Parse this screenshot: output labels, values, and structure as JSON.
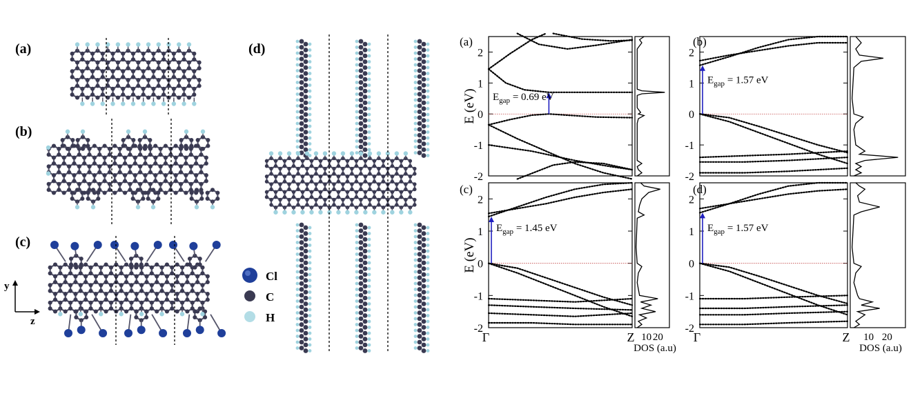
{
  "figure": {
    "structure_labels": [
      "(a)",
      "(b)",
      "(c)",
      "(d)"
    ],
    "legend": {
      "items": [
        {
          "label": "Cl",
          "color": "#1f3f9a"
        },
        {
          "label": "C",
          "color": "#3a3a52"
        },
        {
          "label": "H",
          "color": "#b3dde6"
        }
      ]
    },
    "axes_indicator": {
      "y": "y",
      "z": "z"
    },
    "colors": {
      "carbon": "#3a3a52",
      "hydrogen": "#9fd3df",
      "chlorine": "#1f3f9a",
      "gap_arrow": "#1f1fbf",
      "fermi_line": "#c04040"
    }
  },
  "chart_data": [
    {
      "type": "line",
      "panel_label": "(a)",
      "ylabel": "E (eV)",
      "ylim": [
        -2,
        2.5
      ],
      "yticks": [
        -2,
        -1,
        0,
        1,
        2
      ],
      "x_ticks": [
        "Γ",
        "Z"
      ],
      "gap_text": "E",
      "gap_sub": "gap",
      "gap_value": " = 0.69 eV",
      "gap": {
        "k": 0.42,
        "from": 0,
        "to": 0.69
      },
      "bands": [
        {
          "pts": [
            [
              0,
              1.45
            ],
            [
              0.15,
              1.95
            ],
            [
              0.3,
              2.4
            ],
            [
              0.4,
              2.6
            ]
          ]
        },
        {
          "pts": [
            [
              0,
              1.45
            ],
            [
              0.12,
              1.0
            ],
            [
              0.25,
              0.78
            ],
            [
              0.42,
              0.7
            ],
            [
              1,
              0.7
            ]
          ]
        },
        {
          "pts": [
            [
              0.2,
              2.6
            ],
            [
              0.35,
              2.25
            ],
            [
              0.55,
              2.1
            ],
            [
              0.75,
              2.22
            ],
            [
              1,
              2.4
            ]
          ]
        },
        {
          "pts": [
            [
              0.45,
              2.6
            ],
            [
              0.65,
              2.42
            ],
            [
              0.85,
              2.36
            ],
            [
              1,
              2.38
            ]
          ]
        },
        {
          "pts": [
            [
              0,
              -0.35
            ],
            [
              0.15,
              -0.18
            ],
            [
              0.3,
              -0.04
            ],
            [
              0.42,
              0
            ],
            [
              0.55,
              -0.04
            ],
            [
              0.75,
              -0.1
            ],
            [
              1,
              -0.12
            ]
          ]
        },
        {
          "pts": [
            [
              0,
              -0.35
            ],
            [
              0.2,
              -0.8
            ],
            [
              0.4,
              -1.2
            ],
            [
              0.6,
              -1.6
            ],
            [
              0.8,
              -1.9
            ],
            [
              1,
              -2.1
            ]
          ]
        },
        {
          "pts": [
            [
              0.2,
              -2.1
            ],
            [
              0.45,
              -1.65
            ],
            [
              0.6,
              -1.55
            ],
            [
              0.8,
              -1.6
            ],
            [
              1,
              -1.8
            ]
          ]
        },
        {
          "pts": [
            [
              0,
              -1.0
            ],
            [
              0.3,
              -1.2
            ],
            [
              0.6,
              -1.5
            ],
            [
              0.85,
              -1.7
            ],
            [
              1,
              -1.8
            ]
          ]
        }
      ],
      "dos_ticks": [
        10,
        20
      ],
      "dos_xlabel": "",
      "dos": [
        [
          -2,
          2
        ],
        [
          -1.9,
          6
        ],
        [
          -1.8,
          3
        ],
        [
          -1.7,
          2
        ],
        [
          -1.6,
          6
        ],
        [
          -1.5,
          2
        ],
        [
          -1.2,
          2
        ],
        [
          -0.8,
          2
        ],
        [
          -0.3,
          2
        ],
        [
          -0.15,
          3
        ],
        [
          -0.05,
          8
        ],
        [
          0,
          3
        ],
        [
          0.05,
          5
        ],
        [
          0.2,
          2
        ],
        [
          0.6,
          2
        ],
        [
          0.65,
          6
        ],
        [
          0.7,
          26
        ],
        [
          0.75,
          6
        ],
        [
          0.8,
          2
        ],
        [
          1.4,
          2
        ],
        [
          1.8,
          2
        ],
        [
          2.1,
          2
        ],
        [
          2.3,
          6
        ],
        [
          2.4,
          4
        ],
        [
          2.5,
          8
        ]
      ]
    },
    {
      "type": "line",
      "panel_label": "(b)",
      "ylabel": "",
      "ylim": [
        -2,
        2.5
      ],
      "yticks": [
        -2,
        -1,
        0,
        1,
        2
      ],
      "x_ticks": [
        "Γ",
        "Z"
      ],
      "gap_text": "E",
      "gap_sub": "gap",
      "gap_value": " = 1.57 eV",
      "gap": {
        "k": 0.0,
        "from": 0,
        "to": 1.57
      },
      "bands": [
        {
          "pts": [
            [
              0,
              1.57
            ],
            [
              0.2,
              1.85
            ],
            [
              0.4,
              2.15
            ],
            [
              0.6,
              2.4
            ],
            [
              0.8,
              2.5
            ],
            [
              1,
              2.5
            ]
          ]
        },
        {
          "pts": [
            [
              0,
              1.72
            ],
            [
              0.2,
              1.9
            ],
            [
              0.4,
              2.05
            ],
            [
              0.6,
              2.2
            ],
            [
              0.8,
              2.3
            ],
            [
              1,
              2.3
            ]
          ]
        },
        {
          "pts": [
            [
              0,
              0
            ],
            [
              0.2,
              -0.12
            ],
            [
              0.4,
              -0.4
            ],
            [
              0.6,
              -0.7
            ],
            [
              0.8,
              -1.0
            ],
            [
              1,
              -1.25
            ]
          ]
        },
        {
          "pts": [
            [
              0,
              0
            ],
            [
              0.2,
              -0.25
            ],
            [
              0.4,
              -0.6
            ],
            [
              0.6,
              -0.95
            ],
            [
              0.8,
              -1.3
            ],
            [
              1,
              -1.6
            ]
          ]
        },
        {
          "pts": [
            [
              0,
              -1.4
            ],
            [
              0.3,
              -1.35
            ],
            [
              0.6,
              -1.3
            ],
            [
              1,
              -1.2
            ]
          ]
        },
        {
          "pts": [
            [
              0,
              -1.55
            ],
            [
              0.3,
              -1.55
            ],
            [
              0.6,
              -1.5
            ],
            [
              1,
              -1.4
            ]
          ]
        },
        {
          "pts": [
            [
              0,
              -1.9
            ],
            [
              0.3,
              -1.9
            ],
            [
              0.6,
              -1.85
            ],
            [
              1,
              -1.75
            ]
          ]
        }
      ],
      "dos_ticks": [
        10,
        20
      ],
      "dos_xlabel": "",
      "dos": [
        [
          -2,
          2
        ],
        [
          -1.9,
          6
        ],
        [
          -1.8,
          3
        ],
        [
          -1.7,
          6
        ],
        [
          -1.6,
          3
        ],
        [
          -1.5,
          8
        ],
        [
          -1.4,
          26
        ],
        [
          -1.3,
          5
        ],
        [
          -1.2,
          8
        ],
        [
          -1.0,
          3
        ],
        [
          -0.5,
          2
        ],
        [
          -0.3,
          3
        ],
        [
          -0.1,
          7
        ],
        [
          0,
          2
        ],
        [
          0.5,
          1
        ],
        [
          1.5,
          2
        ],
        [
          1.7,
          6
        ],
        [
          1.8,
          18
        ],
        [
          1.9,
          5
        ],
        [
          2.1,
          3
        ],
        [
          2.3,
          6
        ],
        [
          2.5,
          3
        ]
      ]
    },
    {
      "type": "line",
      "panel_label": "(c)",
      "ylabel": "E (eV)",
      "ylim": [
        -2,
        2.5
      ],
      "yticks": [
        -2,
        -1,
        0,
        1,
        2
      ],
      "x_ticks": [
        "Γ",
        "Z"
      ],
      "gap_text": "E",
      "gap_sub": "gap",
      "gap_value": " = 1.45 eV",
      "gap": {
        "k": 0.0,
        "from": 0,
        "to": 1.45
      },
      "bands": [
        {
          "pts": [
            [
              0,
              1.45
            ],
            [
              0.2,
              1.75
            ],
            [
              0.4,
              2.05
            ],
            [
              0.6,
              2.3
            ],
            [
              0.8,
              2.45
            ],
            [
              1,
              2.5
            ]
          ]
        },
        {
          "pts": [
            [
              0,
              1.55
            ],
            [
              0.2,
              1.7
            ],
            [
              0.4,
              1.85
            ],
            [
              0.6,
              2.05
            ],
            [
              0.8,
              2.2
            ],
            [
              1,
              2.3
            ]
          ]
        },
        {
          "pts": [
            [
              0,
              0
            ],
            [
              0.2,
              -0.15
            ],
            [
              0.4,
              -0.45
            ],
            [
              0.6,
              -0.75
            ],
            [
              0.8,
              -1.05
            ],
            [
              1,
              -1.3
            ]
          ]
        },
        {
          "pts": [
            [
              0,
              0
            ],
            [
              0.2,
              -0.3
            ],
            [
              0.4,
              -0.65
            ],
            [
              0.6,
              -1.0
            ],
            [
              0.8,
              -1.35
            ],
            [
              1,
              -1.65
            ]
          ]
        },
        {
          "pts": [
            [
              0,
              -1.1
            ],
            [
              0.3,
              -1.15
            ],
            [
              0.6,
              -1.2
            ],
            [
              1,
              -1.1
            ]
          ]
        },
        {
          "pts": [
            [
              0,
              -1.3
            ],
            [
              0.3,
              -1.35
            ],
            [
              0.6,
              -1.4
            ],
            [
              1,
              -1.45
            ]
          ]
        },
        {
          "pts": [
            [
              0,
              -1.55
            ],
            [
              0.3,
              -1.6
            ],
            [
              0.6,
              -1.65
            ],
            [
              1,
              -1.55
            ]
          ]
        },
        {
          "pts": [
            [
              0,
              -1.85
            ],
            [
              0.3,
              -1.85
            ],
            [
              0.6,
              -1.9
            ],
            [
              1,
              -1.9
            ]
          ]
        }
      ],
      "dos_ticks": [
        10,
        20
      ],
      "dos_xlabel": "DOS (a.u)",
      "dos": [
        [
          -2,
          2
        ],
        [
          -1.9,
          6
        ],
        [
          -1.8,
          3
        ],
        [
          -1.7,
          10
        ],
        [
          -1.6,
          4
        ],
        [
          -1.5,
          18
        ],
        [
          -1.4,
          6
        ],
        [
          -1.3,
          14
        ],
        [
          -1.2,
          5
        ],
        [
          -1.1,
          20
        ],
        [
          -1.0,
          4
        ],
        [
          -0.6,
          2
        ],
        [
          -0.3,
          3
        ],
        [
          -0.1,
          6
        ],
        [
          0,
          2
        ],
        [
          0.5,
          1
        ],
        [
          1.4,
          2
        ],
        [
          1.5,
          8
        ],
        [
          1.6,
          3
        ],
        [
          1.8,
          4
        ],
        [
          2.0,
          6
        ],
        [
          2.2,
          12
        ],
        [
          2.3,
          22
        ],
        [
          2.4,
          8
        ],
        [
          2.5,
          5
        ]
      ]
    },
    {
      "type": "line",
      "panel_label": "(d)",
      "ylabel": "",
      "ylim": [
        -2,
        2.5
      ],
      "yticks": [
        -2,
        -1,
        0,
        1,
        2
      ],
      "x_ticks": [
        "Γ",
        "Z"
      ],
      "gap_text": "E",
      "gap_sub": "gap",
      "gap_value": " = 1.57 eV",
      "gap": {
        "k": 0.0,
        "from": 0,
        "to": 1.57
      },
      "bands": [
        {
          "pts": [
            [
              0,
              1.57
            ],
            [
              0.2,
              1.85
            ],
            [
              0.4,
              2.15
            ],
            [
              0.6,
              2.4
            ],
            [
              0.8,
              2.5
            ],
            [
              1,
              2.5
            ]
          ]
        },
        {
          "pts": [
            [
              0,
              1.7
            ],
            [
              0.2,
              1.85
            ],
            [
              0.4,
              2.0
            ],
            [
              0.6,
              2.15
            ],
            [
              0.8,
              2.25
            ],
            [
              1,
              2.3
            ]
          ]
        },
        {
          "pts": [
            [
              0,
              0
            ],
            [
              0.2,
              -0.12
            ],
            [
              0.4,
              -0.4
            ],
            [
              0.6,
              -0.7
            ],
            [
              0.8,
              -1.0
            ],
            [
              1,
              -1.25
            ]
          ]
        },
        {
          "pts": [
            [
              0,
              0
            ],
            [
              0.2,
              -0.25
            ],
            [
              0.4,
              -0.6
            ],
            [
              0.6,
              -0.95
            ],
            [
              0.8,
              -1.3
            ],
            [
              1,
              -1.6
            ]
          ]
        },
        {
          "pts": [
            [
              0,
              -1.1
            ],
            [
              0.3,
              -1.1
            ],
            [
              0.6,
              -1.05
            ],
            [
              1,
              -1.0
            ]
          ]
        },
        {
          "pts": [
            [
              0,
              -1.4
            ],
            [
              0.3,
              -1.4
            ],
            [
              0.6,
              -1.35
            ],
            [
              1,
              -1.3
            ]
          ]
        },
        {
          "pts": [
            [
              0,
              -1.6
            ],
            [
              0.3,
              -1.6
            ],
            [
              0.6,
              -1.55
            ],
            [
              1,
              -1.5
            ]
          ]
        },
        {
          "pts": [
            [
              0,
              -1.9
            ],
            [
              0.3,
              -1.9
            ],
            [
              0.6,
              -1.85
            ],
            [
              1,
              -1.8
            ]
          ]
        }
      ],
      "dos_ticks": [
        10,
        20
      ],
      "dos_xlabel": "DOS (a.u)",
      "dos": [
        [
          -2,
          2
        ],
        [
          -1.9,
          5
        ],
        [
          -1.8,
          3
        ],
        [
          -1.6,
          8
        ],
        [
          -1.5,
          4
        ],
        [
          -1.4,
          16
        ],
        [
          -1.3,
          6
        ],
        [
          -1.2,
          12
        ],
        [
          -1.1,
          5
        ],
        [
          -1.0,
          4
        ],
        [
          -0.6,
          2
        ],
        [
          -0.3,
          3
        ],
        [
          -0.1,
          6
        ],
        [
          0,
          2
        ],
        [
          0.5,
          1
        ],
        [
          1.5,
          2
        ],
        [
          1.6,
          6
        ],
        [
          1.75,
          16
        ],
        [
          1.9,
          5
        ],
        [
          2.1,
          4
        ],
        [
          2.3,
          8
        ],
        [
          2.4,
          5
        ],
        [
          2.5,
          3
        ]
      ]
    }
  ]
}
